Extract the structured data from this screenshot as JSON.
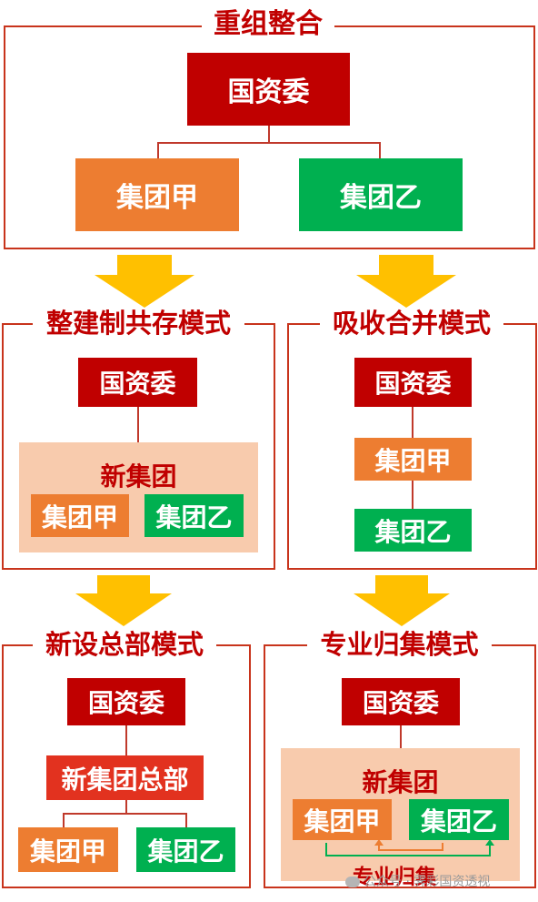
{
  "colors": {
    "frame": "#c8341c",
    "title": "#c00000",
    "sasac": "#c00000",
    "group_a": "#ed7d31",
    "group_b": "#00b050",
    "new_hq": "#e2321f",
    "new_group_bg": "#f8cbad",
    "arrow": "#ffc000"
  },
  "section1": {
    "title": "重组整合",
    "parent": "国资委",
    "child_a": "集团甲",
    "child_b": "集团乙"
  },
  "section2": {
    "title": "整建制共存模式",
    "parent": "国资委",
    "new_group": "新集团",
    "child_a": "集团甲",
    "child_b": "集团乙"
  },
  "section3": {
    "title": "吸收合并模式",
    "parent": "国资委",
    "child_a": "集团甲",
    "child_b": "集团乙"
  },
  "section4": {
    "title": "新设总部模式",
    "parent": "国资委",
    "hq": "新集团总部",
    "child_a": "集团甲",
    "child_b": "集团乙"
  },
  "section5": {
    "title": "专业归集模式",
    "parent": "国资委",
    "new_group": "新集团",
    "child_a": "集团甲",
    "child_b": "集团乙",
    "relation": "专业归集"
  },
  "watermark": {
    "text": "公众号 · 霁彩国资透视"
  }
}
